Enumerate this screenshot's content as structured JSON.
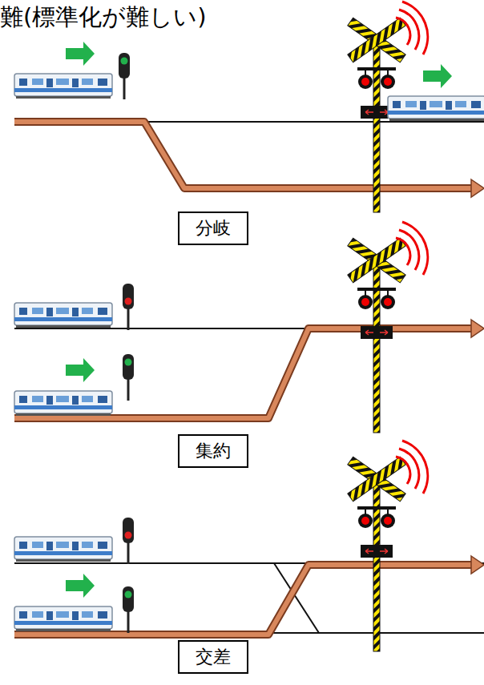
{
  "diagram": {
    "nodes": [
      {
        "text": [
          "分岐"
        ]
      },
      {
        "text": [
          "集約"
        ]
      },
      {
        "text": [
          "交差"
        ]
      }
    ],
    "labels": [
      "難(標準化が難しい)"
    ]
  }
}
